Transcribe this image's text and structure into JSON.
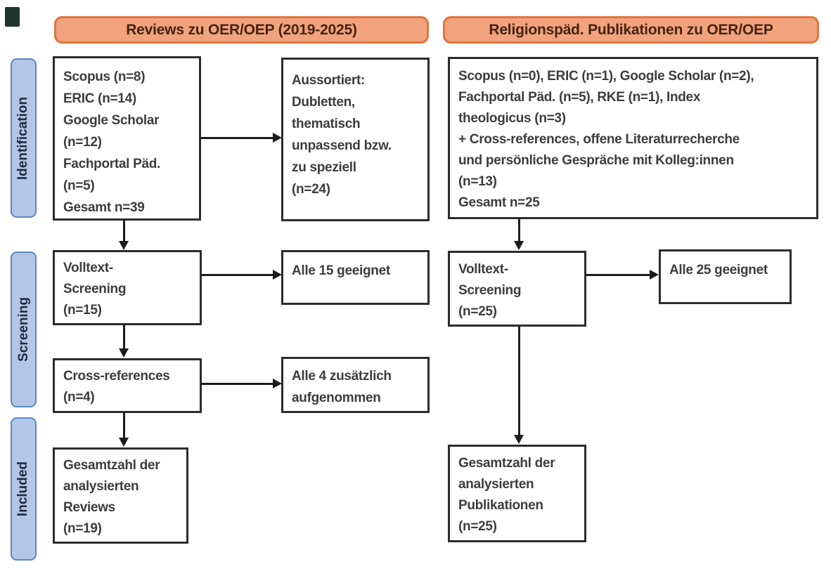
{
  "diagram": {
    "headers": {
      "left": "Reviews zu OER/OEP (2019-2025)",
      "right": "Religionspäd. Publikationen zu OER/OEP"
    },
    "stages": [
      "Identification",
      "Screening",
      "Included"
    ],
    "left_flow": {
      "sources": [
        "Scopus (n=8)",
        "ERIC (n=14)",
        "Google Scholar",
        "(n=12)",
        "Fachportal Päd.",
        "(n=5)",
        "Gesamt n=39"
      ],
      "excluded": [
        "Aussortiert:",
        "Dubletten,",
        "thematisch",
        "unpassend bzw.",
        "zu speziell",
        "(n=24)"
      ],
      "fulltext": [
        "Volltext-",
        "Screening",
        "(n=15)"
      ],
      "fulltext_result": [
        "Alle 15 geeignet"
      ],
      "crossref": [
        "Cross-references",
        "(n=4)"
      ],
      "crossref_result": [
        "Alle 4 zusätzlich",
        "aufgenommen"
      ],
      "included": [
        "Gesamtzahl der",
        "analysierten",
        "Reviews",
        "(n=19)"
      ]
    },
    "right_flow": {
      "sources": [
        "Scopus (n=0), ERIC (n=1), Google Scholar (n=2),",
        "Fachportal Päd. (n=5), RKE (n=1), Index",
        "theologicus (n=3)",
        "+ Cross-references, offene Literaturrecherche",
        "und persönliche Gespräche mit Kolleg:innen",
        "(n=13)",
        "Gesamt n=25"
      ],
      "fulltext": [
        "Volltext-",
        "Screening",
        "(n=25)"
      ],
      "fulltext_result": [
        "Alle 25 geeignet"
      ],
      "included": [
        "Gesamtzahl der",
        "analysierten",
        "Publikationen",
        "(n=25)"
      ]
    },
    "colors": {
      "header_fill": "#f1a37d",
      "header_border": "#df7540",
      "header_text": "#46230f",
      "stage_fill": "#b3c6e7",
      "stage_border": "#5c86c5",
      "stage_text": "#20293f",
      "box_border": "#2c2c2c",
      "box_text": "#3d3d3d",
      "arrow": "#1c1c1c",
      "corner_mark": "#1e3530"
    }
  }
}
